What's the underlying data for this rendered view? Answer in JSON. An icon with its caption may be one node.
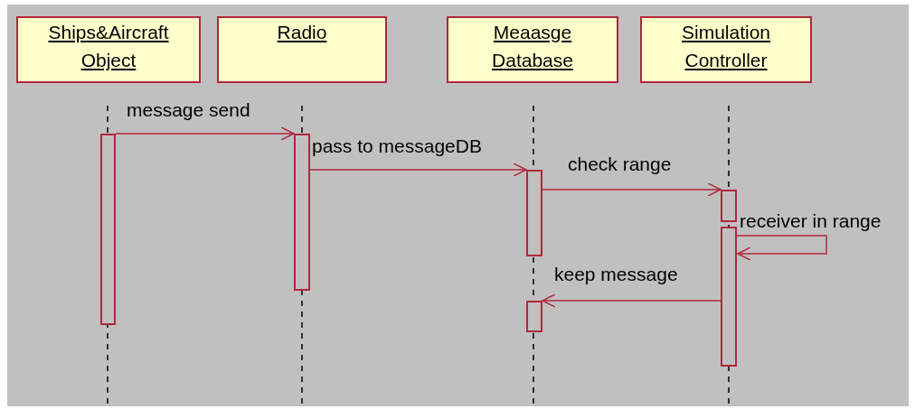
{
  "diagram": {
    "nodes": [
      {
        "text": [
          "Ships&Aircraft Object"
        ]
      },
      {
        "text": [
          "Radio"
        ]
      },
      {
        "text": [
          "Meaasge Database"
        ]
      },
      {
        "text": [
          "Simulation Controller"
        ]
      },
      {
        "text": [],
        "shape": "bar"
      },
      {
        "text": [],
        "shape": "bar"
      },
      {
        "text": [],
        "shape": "bar"
      },
      {
        "text": [],
        "shape": "bar"
      },
      {
        "text": [],
        "shape": "bar"
      },
      {
        "text": [],
        "shape": "bar"
      }
    ],
    "edges": [
      {
        "from": 4,
        "to": 5,
        "arrow": "to",
        "label": "message send"
      },
      {
        "from": 5,
        "to": 6,
        "arrow": "to",
        "label": "pass to messageDB"
      },
      {
        "from": 6,
        "to": 8,
        "arrow": "to",
        "label": "check range"
      },
      {
        "from": 9,
        "to": 9,
        "arrow": "to",
        "label": "receiver in range"
      },
      {
        "from": 9,
        "to": 7,
        "arrow": "to",
        "label": "keep message"
      }
    ]
  }
}
